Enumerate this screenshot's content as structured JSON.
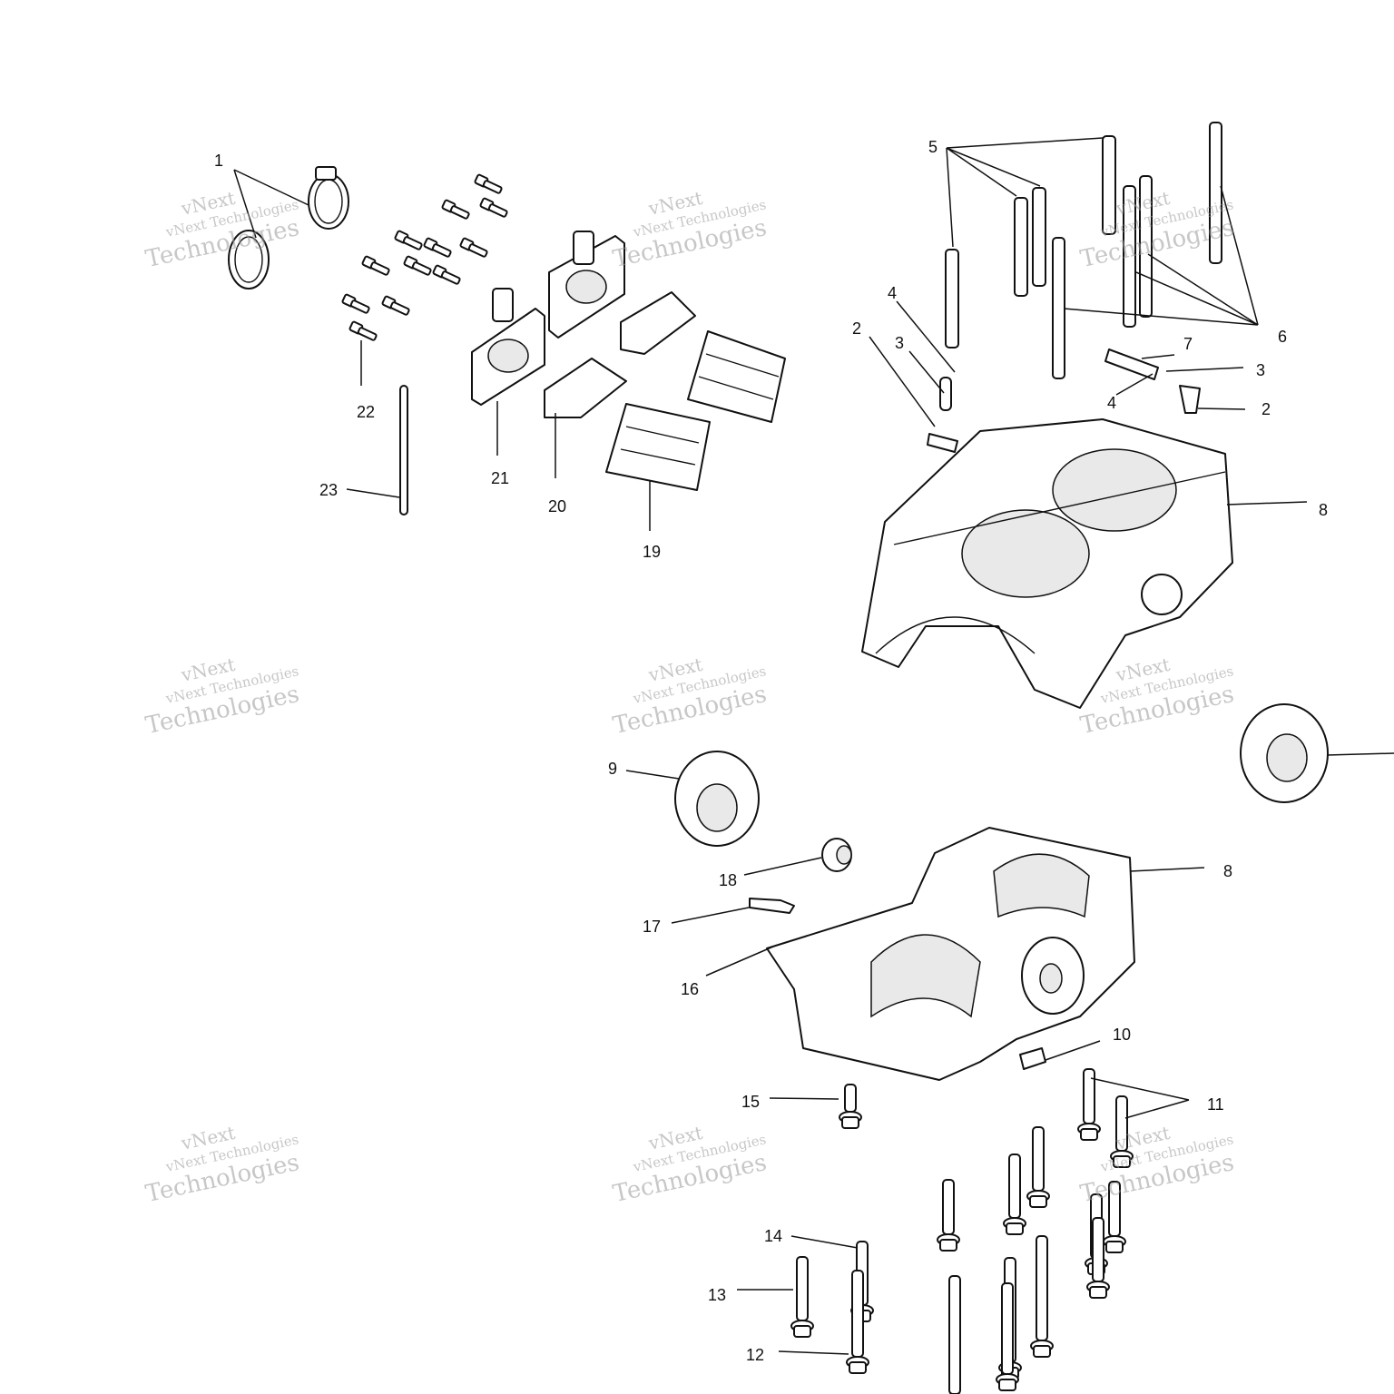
{
  "watermark": {
    "line1": "vNext",
    "line2": "vNext Technologies",
    "line3": "Technologies"
  },
  "callouts": {
    "c1": "1",
    "c2a": "2",
    "c2b": "2",
    "c3a": "3",
    "c3b": "3",
    "c4a": "4",
    "c4b": "4",
    "c5": "5",
    "c6": "6",
    "c7": "7",
    "c8a": "8",
    "c8b": "8",
    "c9": "9",
    "c10": "10",
    "c11": "11",
    "c12": "12",
    "c13": "13",
    "c14": "14",
    "c15": "15",
    "c16": "16",
    "c17": "17",
    "c18": "18",
    "c19": "19",
    "c20": "20",
    "c21": "21",
    "c22": "22",
    "c23": "23"
  }
}
